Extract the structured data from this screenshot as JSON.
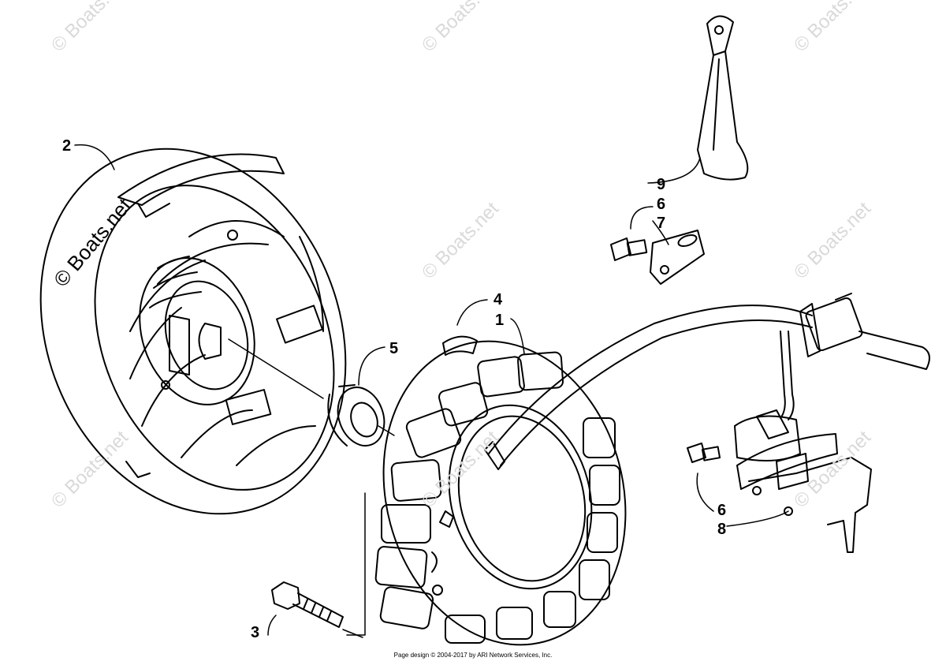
{
  "watermarks": {
    "site": "© Boats.net"
  },
  "callouts": {
    "c1": "1",
    "c2": "2",
    "c3": "3",
    "c4": "4",
    "c5": "5",
    "c6a": "6",
    "c6b": "6",
    "c7": "7",
    "c8": "8",
    "c9": "9"
  },
  "footer": {
    "text": "Page design © 2004-2017 by ARI Network Services, Inc."
  }
}
